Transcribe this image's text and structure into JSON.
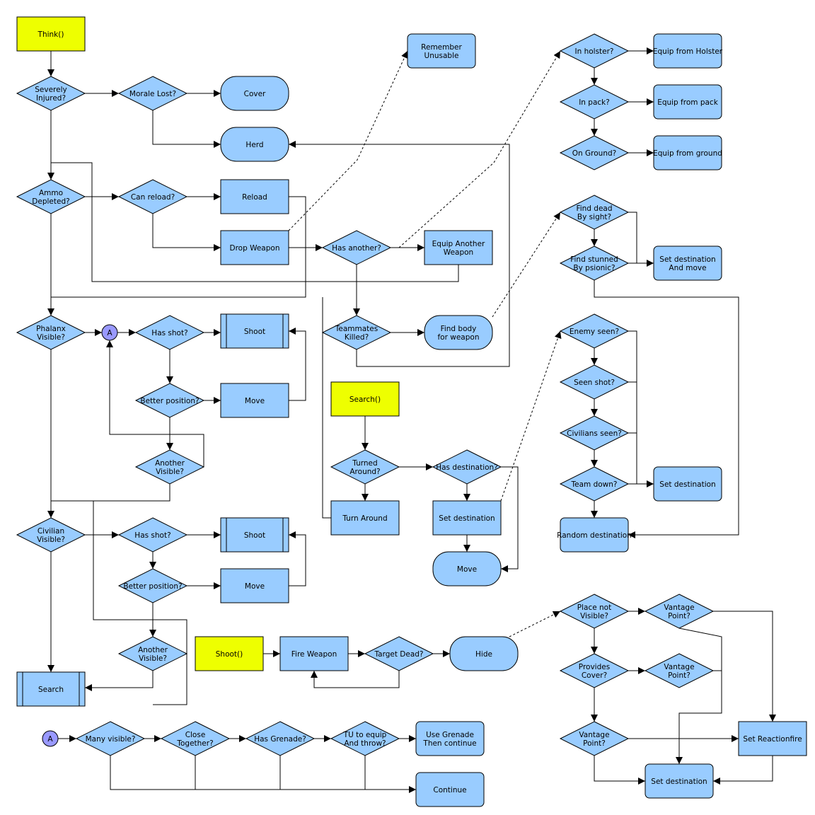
{
  "colors": {
    "terminal": "#eeff00",
    "node": "#99ccff",
    "stroke": "#000000",
    "connector": "#9999ff"
  },
  "labels": {
    "think": "Think()",
    "severely_injured": [
      "Severely",
      "Injured?"
    ],
    "morale_lost": "Morale Lost?",
    "cover": "Cover",
    "herd": "Herd",
    "remember_unusable": [
      "Remember",
      "Unusable"
    ],
    "in_holster": "In holster?",
    "equip_from_holster": "Equip from Holster",
    "in_pack": "In pack?",
    "equip_from_pack": "Equip from pack",
    "on_ground": "On Ground?",
    "equip_from_ground": "Equip from ground",
    "ammo_depleted": [
      "Ammo",
      "Depleted?"
    ],
    "can_reload": "Can reload?",
    "reload": "Reload",
    "drop_weapon": "Drop Weapon",
    "has_another": "Has another?",
    "equip_another_weapon": [
      "Equip Another",
      "Weapon"
    ],
    "find_dead": [
      "Find dead",
      "By sight?"
    ],
    "find_stunned": [
      "Find stunned",
      "By psionic?"
    ],
    "set_destination_and_move": [
      "Set destination",
      "And move"
    ],
    "phalanx_visible": [
      "Phalanx",
      "Visible?"
    ],
    "connector_a": "A",
    "has_shot_1": "Has shot?",
    "shoot_1": "Shoot",
    "teammates_killed": [
      "Teammates",
      "Killed?"
    ],
    "find_body": [
      "Find body",
      "for weapon"
    ],
    "enemy_seen": "Enemy seen?",
    "better_position_1": "Better position?",
    "move_1": "Move",
    "seen_shot": "Seen shot?",
    "search_fn": "Search()",
    "civilians_seen": "Civilians seen?",
    "another_visible_1": [
      "Another",
      "Visible?"
    ],
    "turned_around": [
      "Turned",
      "Around?"
    ],
    "has_destination": "Has destination?",
    "team_down": "Team down?",
    "set_destination_1": "Set destination",
    "civilian_visible": [
      "Civilian",
      "Visible?"
    ],
    "has_shot_2": "Has shot?",
    "shoot_2": "Shoot",
    "turn_around": "Turn Around",
    "set_destination_2": "Set destination",
    "random_destination": "Random destination",
    "move_2": "Move",
    "better_position_2": "Better position?",
    "move_3": "Move",
    "place_not_visible": [
      "Place not",
      "Visible?"
    ],
    "vantage_point_1": [
      "Vantage",
      "Point?"
    ],
    "another_visible_2": [
      "Another",
      "Visible?"
    ],
    "shoot_fn": "Shoot()",
    "fire_weapon": "Fire Weapon",
    "target_dead": "Target Dead?",
    "hide": "Hide",
    "provides_cover": [
      "Provides",
      "Cover?"
    ],
    "vantage_point_2": [
      "Vantage",
      "Point?"
    ],
    "search": "Search",
    "connector_a_2": "A",
    "many_visible": "Many visible?",
    "close_together": [
      "Close",
      "Together?"
    ],
    "has_grenade": "Has Grenade?",
    "tu_to_equip": [
      "TU to equip",
      "And throw?"
    ],
    "use_grenade": [
      "Use Grenade",
      "Then continue"
    ],
    "vantage_point_3": [
      "Vantage",
      "Point?"
    ],
    "set_reactionfire": "Set Reactionfire",
    "continue": "Continue",
    "set_destination_3": "Set destination"
  }
}
